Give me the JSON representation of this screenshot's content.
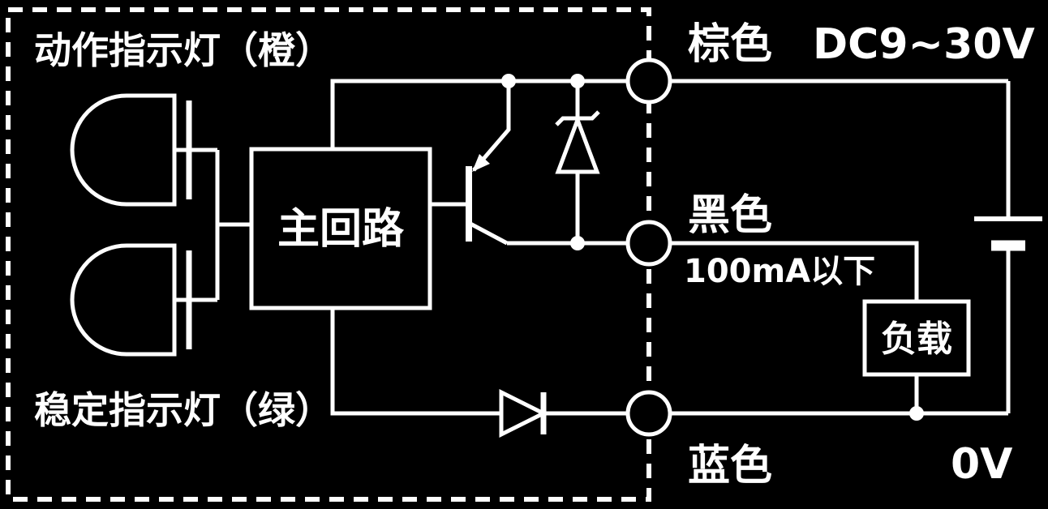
{
  "diagram": {
    "type": "sensor-output-wiring-circuit",
    "colors": {
      "background": "#000000",
      "line": "#ffffff",
      "text": "#ffffff"
    },
    "indicators": {
      "operation": "动作指示灯（橙）",
      "stability": "稳定指示灯（绿）"
    },
    "components": {
      "main_circuit": "主回路",
      "load": "负载"
    },
    "terminals": {
      "brown": {
        "label": "棕色",
        "value": "DC9~30V"
      },
      "black": {
        "label": "黑色",
        "note": "100mA以下"
      },
      "blue": {
        "label": "蓝色",
        "value": "0V"
      }
    },
    "symbols": [
      "sensor-dashed-outline",
      "led-indicator-top",
      "led-indicator-bottom",
      "pnp-transistor",
      "zener-diode",
      "diode",
      "terminal-circle-brown",
      "terminal-circle-black",
      "terminal-circle-blue",
      "battery",
      "junction-dot"
    ]
  }
}
